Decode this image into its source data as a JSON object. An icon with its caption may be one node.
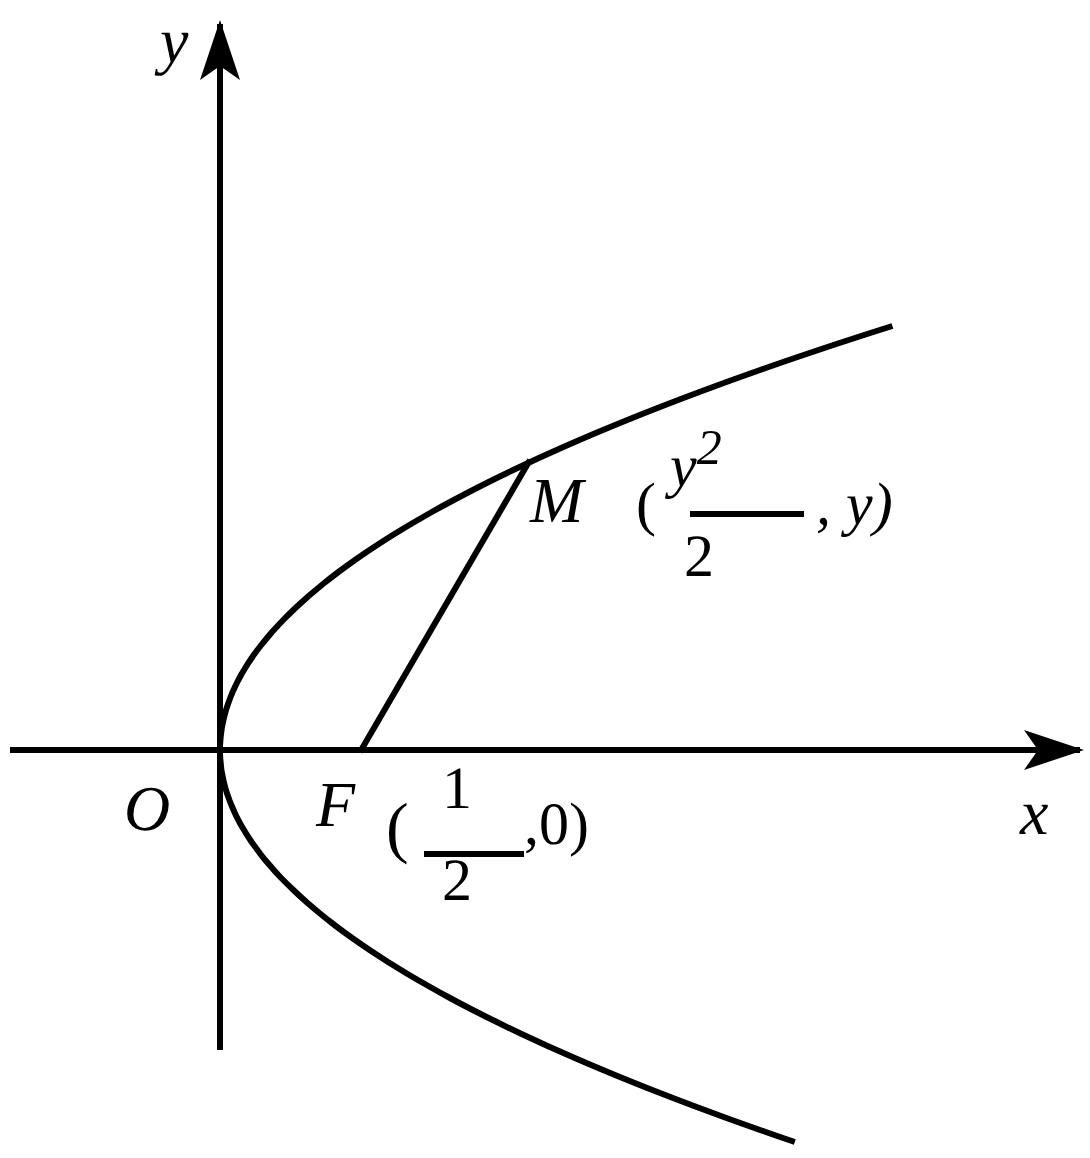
{
  "diagram": {
    "nodes": [
      {
        "text": [
          "O"
        ]
      },
      {
        "text": [
          "F"
        ],
        "beside": [
          "(",
          "1",
          "2",
          ",0)"
        ]
      },
      {
        "text": [
          "M"
        ],
        "beside": [
          "(",
          "y$^{2}$",
          "2",
          ", y)"
        ]
      }
    ],
    "edges": [
      {
        "from": 1,
        "to": 2,
        "arrow": "none"
      }
    ],
    "labels": [
      "y",
      "x"
    ]
  }
}
